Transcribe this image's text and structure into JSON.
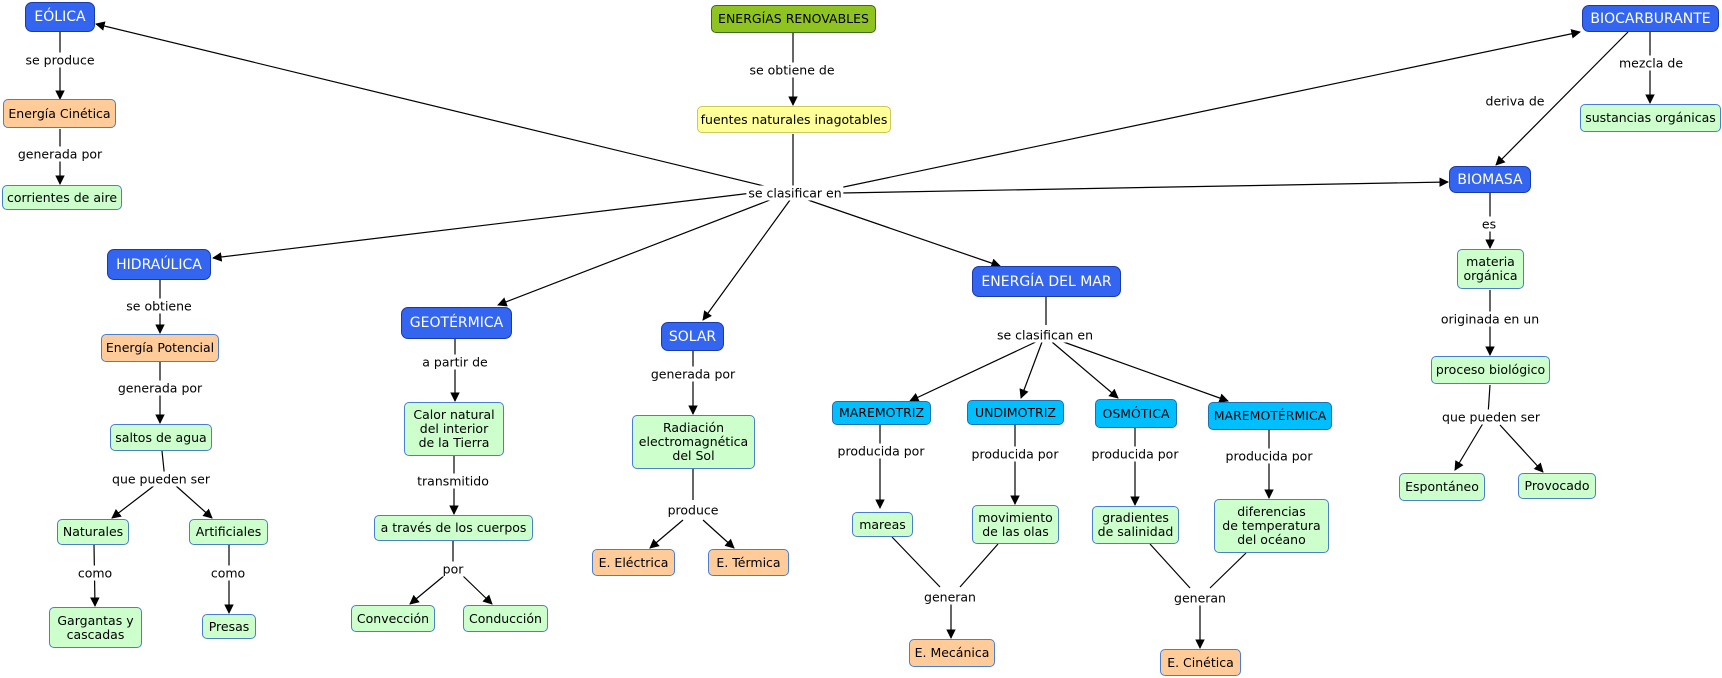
{
  "nodes": {
    "root": "ENERGÍAS RENOVABLES",
    "fuentes": "fuentes naturales inagotables",
    "eolica": "EÓLICA",
    "en_cinetica": "Energía Cinética",
    "corrientes": "corrientes de aire",
    "biocarburante": "BIOCARBURANTE",
    "sustancias": "sustancias orgánicas",
    "biomasa": "BIOMASA",
    "materia": "materia\norgánica",
    "proceso": "proceso biológico",
    "espontaneo": "Espontáneo",
    "provocado": "Provocado",
    "hidraulica": "HIDRAÚLICA",
    "en_potencial": "Energía Potencial",
    "saltos": "saltos de agua",
    "naturales": "Naturales",
    "artificiales": "Artificiales",
    "gargantas": "Gargantas y\ncascadas",
    "presas": "Presas",
    "geotermica": "GEOTÉRMICA",
    "calor": "Calor natural\ndel interior\nde la Tierra",
    "cuerpos": "a través de los cuerpos",
    "conveccion": "Convección",
    "conduccion": "Conducción",
    "solar": "SOLAR",
    "radiacion": "Radiación\nelectromagnética\ndel Sol",
    "e_electrica": "E. Eléctrica",
    "e_termica": "E. Térmica",
    "mar": "ENERGÍA DEL MAR",
    "maremotriz": "MAREMOTRIZ",
    "undimotriz": "UNDIMOTRIZ",
    "osmotica": "OSMÓTICA",
    "maremotermica": "MAREMOTÉRMICA",
    "mareas": "mareas",
    "movimiento": "movimiento\nde las olas",
    "gradientes": "gradientes\nde salinidad",
    "diferencias": "diferencias\nde temperatura\ndel océano",
    "e_mecanica": "E. Mecánica",
    "e_cinetica": "E. Cinética"
  },
  "labels": {
    "se_obtiene_de": "se obtiene de",
    "se_clasificar_en": "se clasificar en",
    "se_produce": "se produce",
    "generada_por_1": "generada por",
    "mezcla_de": "mezcla de",
    "deriva_de": "deriva de",
    "es": "es",
    "originada_en_un": "originada en un",
    "que_pueden_ser_1": "que pueden ser",
    "se_obtiene": "se obtiene",
    "generada_por_2": "generada por",
    "que_pueden_ser_2": "que pueden ser",
    "como_1": "como",
    "como_2": "como",
    "a_partir_de": "a partir de",
    "transmitido": "transmitido",
    "por": "por",
    "generada_por_3": "generada por",
    "produce": "produce",
    "se_clasifican_en": "se clasifican en",
    "producida_por_1": "producida por",
    "producida_por_2": "producida por",
    "producida_por_3": "producida por",
    "producida_por_4": "producida por",
    "generan_1": "generan",
    "generan_2": "generan"
  },
  "colors": {
    "dark_blue": "#3465f0",
    "cyan": "#00bfff",
    "green": "#ccffcc",
    "orange": "#ffcc99",
    "yellow": "#ffff99",
    "lime": "#8fc31f"
  }
}
